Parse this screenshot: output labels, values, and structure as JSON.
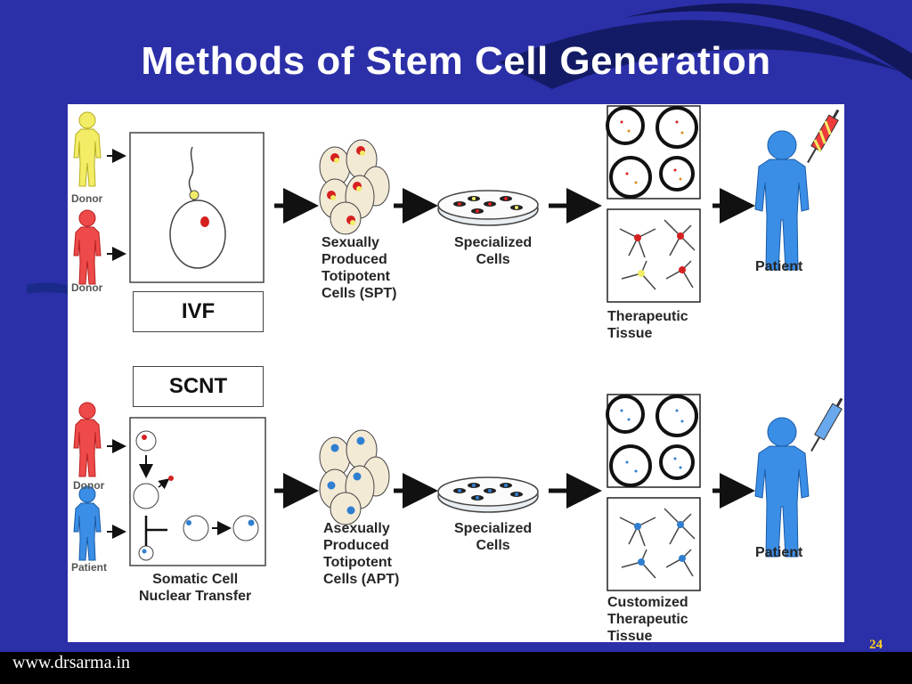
{
  "slide": {
    "title": "Methods of Stem Cell Generation",
    "footer_url": "www.drsarma.in",
    "page_number": "24",
    "colors": {
      "background": "#2b2fa8",
      "title": "#ffffff",
      "page_number": "#ffd21e",
      "footer_bar": "#000000"
    }
  },
  "diagram": {
    "ivf_row": {
      "box_label": "IVF",
      "donor_male_label": "Donor",
      "donor_female_label": "Donor",
      "stage1_label": "Sexually\nProduced\nTotipotent\nCells (SPT)",
      "stage2_label": "Specialized\nCells",
      "stage3_label": "Therapeutic\nTissue",
      "recipient_label": "Patient",
      "cell_color": "#e8e54a"
    },
    "scnt_row": {
      "box_label": "SCNT",
      "donor_label": "Donor",
      "patient_label": "Patient",
      "process_label": "Somatic Cell\nNuclear Transfer",
      "stage1_label": "Asexually\nProduced\nTotipotent\nCells (APT)",
      "stage2_label": "Specialized\nCells",
      "stage3_label": "Customized\nTherapeutic\nTissue",
      "recipient_label": "Patient",
      "cell_color": "#2f7fd0"
    }
  }
}
